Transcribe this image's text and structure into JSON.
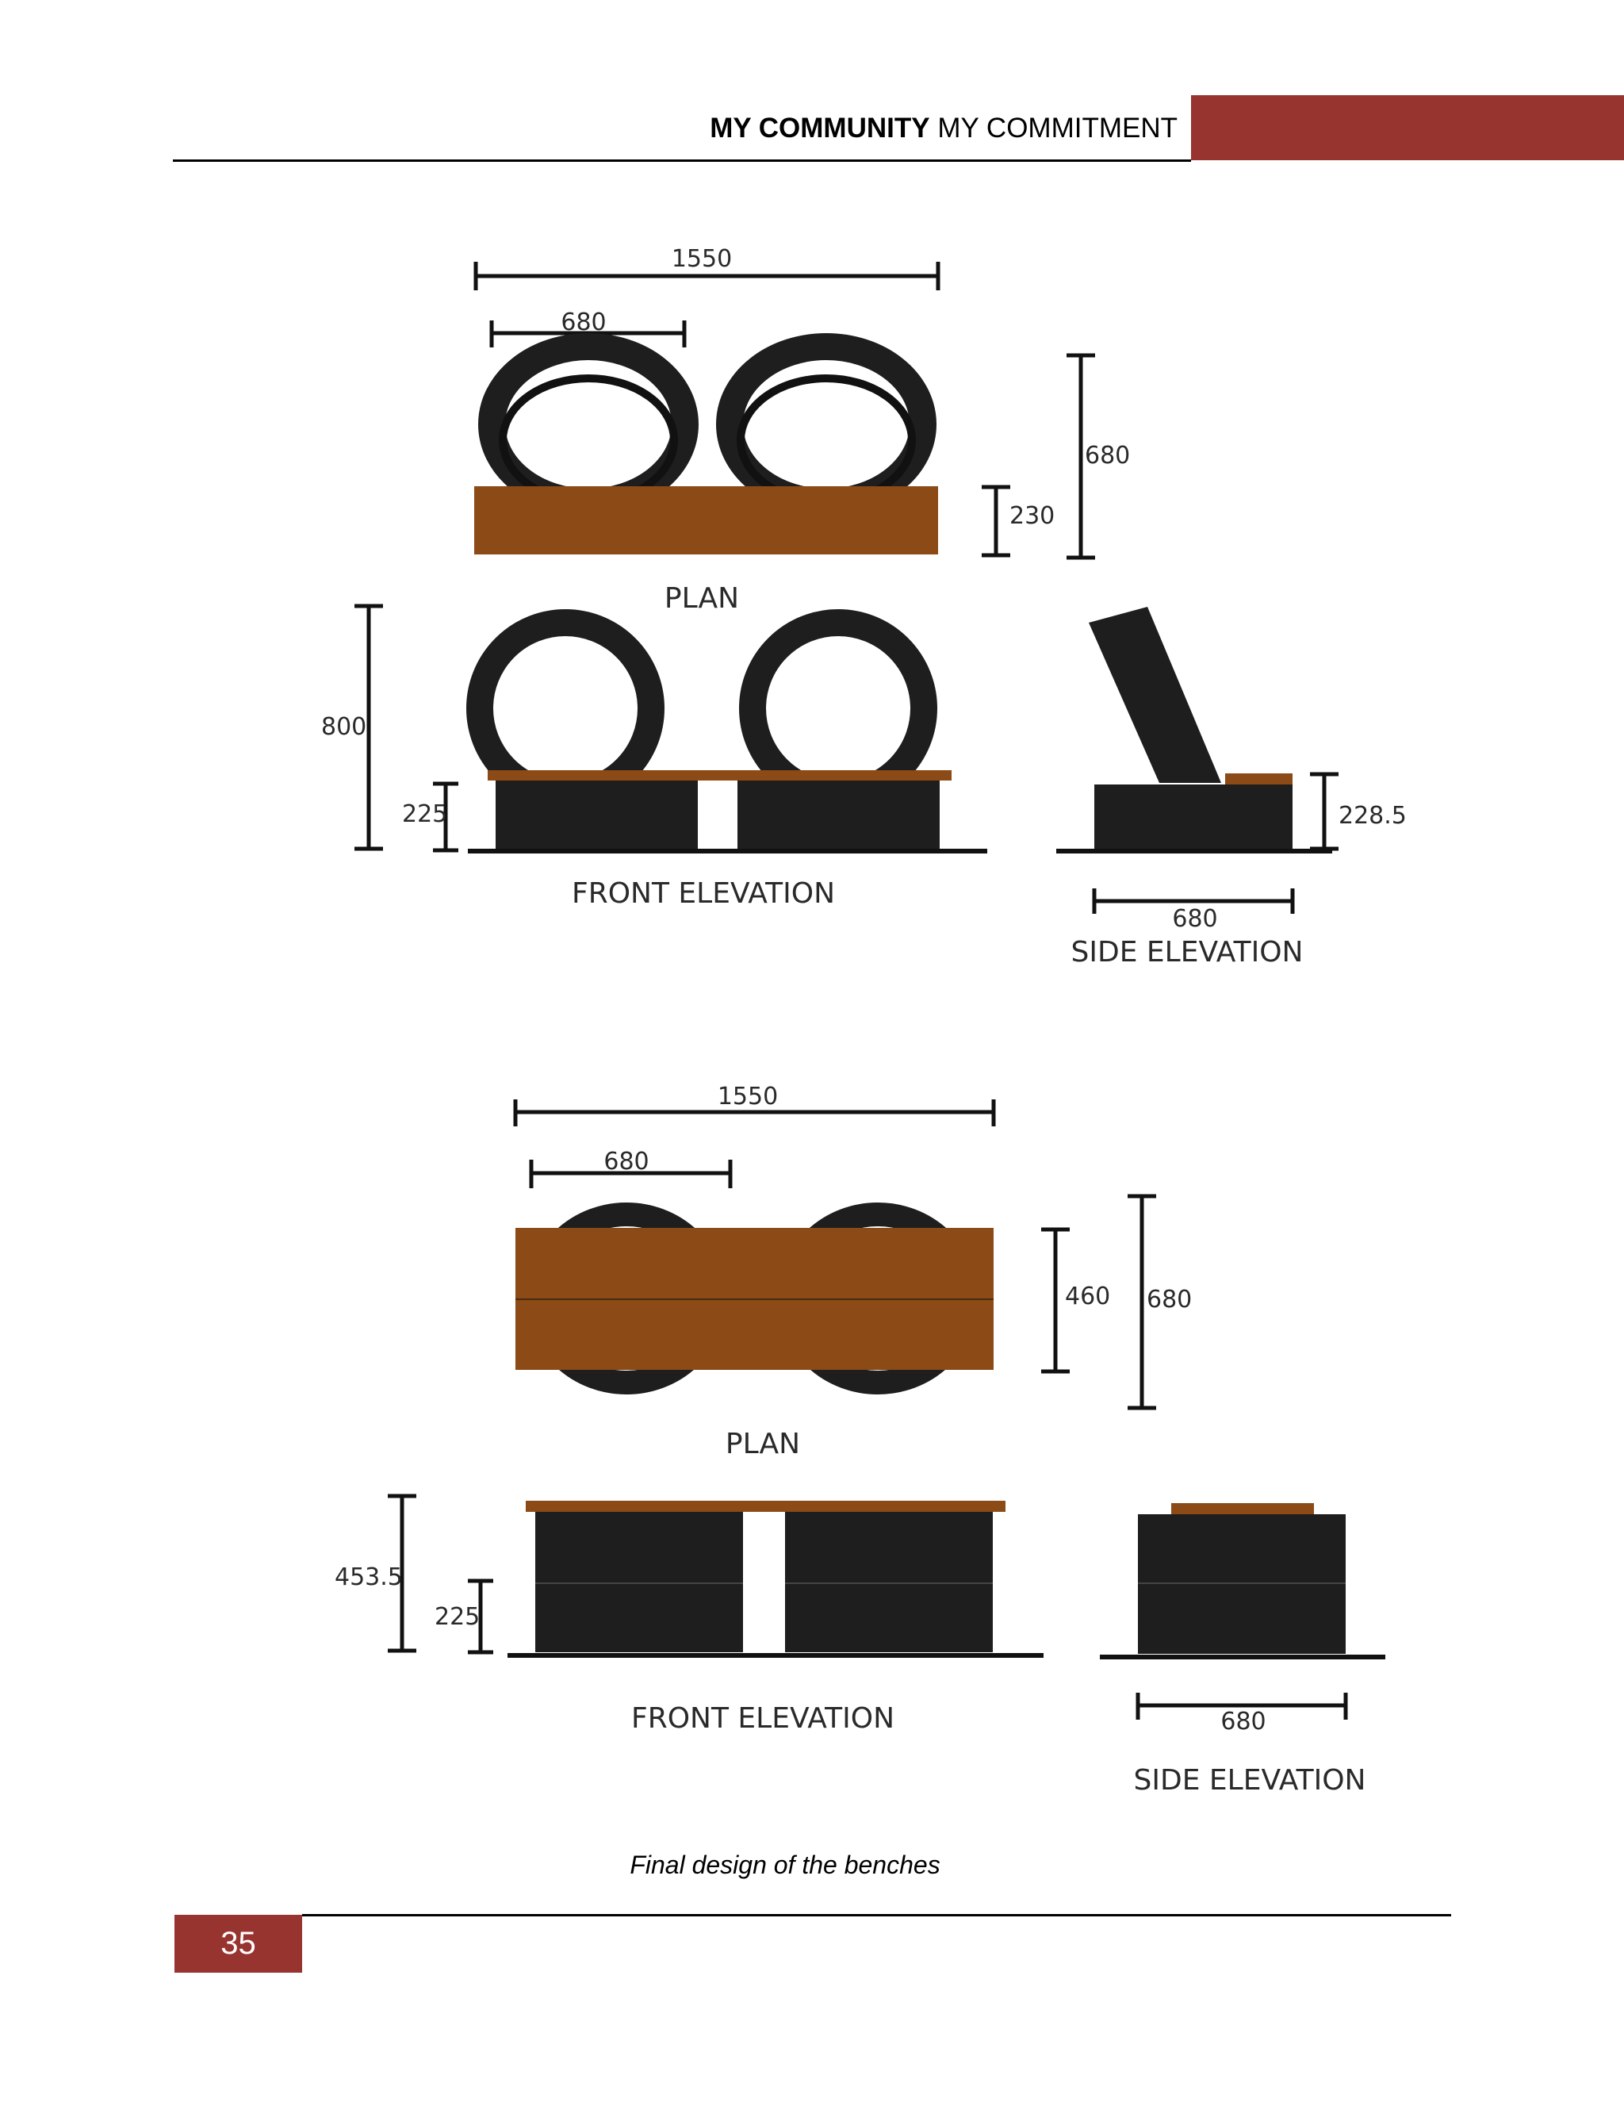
{
  "header": {
    "title_bold": "MY COMMUNITY",
    "title_regular": "MY COMMITMENT",
    "accent_color": "#973430"
  },
  "colors": {
    "wood": "#8B4A16",
    "tyre": "#1e1e1e",
    "line": "#000000"
  },
  "bench1": {
    "plan": {
      "label": "PLAN",
      "overall_length": "1550",
      "tyre_width": "680",
      "depth": "680",
      "seat_depth": "230"
    },
    "front": {
      "label": "FRONT ELEVATION",
      "height": "800",
      "seat_height": "225"
    },
    "side": {
      "label": "SIDE ELEVATION",
      "width": "680",
      "seat_height": "228.5"
    }
  },
  "bench2": {
    "plan": {
      "label": "PLAN",
      "overall_length": "1550",
      "tyre_width": "680",
      "seat_depth": "460",
      "depth": "680"
    },
    "front": {
      "label": "FRONT ELEVATION",
      "height": "453.5",
      "seat_height": "225"
    },
    "side": {
      "label": "SIDE ELEVATION",
      "width": "680"
    }
  },
  "caption": "Final design of the benches",
  "footer": {
    "page_number": "35"
  }
}
